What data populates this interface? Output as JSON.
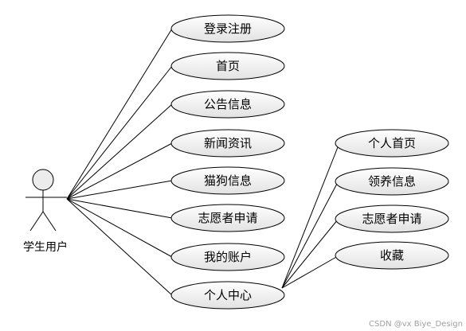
{
  "diagram": {
    "actor": {
      "label": "学生用户",
      "icon": "stick-figure-actor-icon"
    },
    "use_cases": [
      {
        "id": "uc-login",
        "label": "登录注册"
      },
      {
        "id": "uc-home",
        "label": "首页"
      },
      {
        "id": "uc-notice",
        "label": "公告信息"
      },
      {
        "id": "uc-news",
        "label": "新闻资讯"
      },
      {
        "id": "uc-pets",
        "label": "猫狗信息"
      },
      {
        "id": "uc-volunteer",
        "label": "志愿者申请"
      },
      {
        "id": "uc-account",
        "label": "我的账户"
      },
      {
        "id": "uc-center",
        "label": "个人中心"
      }
    ],
    "sub_use_cases": [
      {
        "id": "uc-personal-home",
        "label": "个人首页"
      },
      {
        "id": "uc-adoption",
        "label": "领养信息"
      },
      {
        "id": "uc-volunteer-apply",
        "label": "志愿者申请"
      },
      {
        "id": "uc-favorites",
        "label": "收藏"
      }
    ],
    "colors": {
      "ellipse_fill_top": "#ffffff",
      "ellipse_fill_bottom": "#e4e4e4",
      "stroke": "#000000"
    }
  },
  "watermark": "CSDN @vx Biye_Design"
}
